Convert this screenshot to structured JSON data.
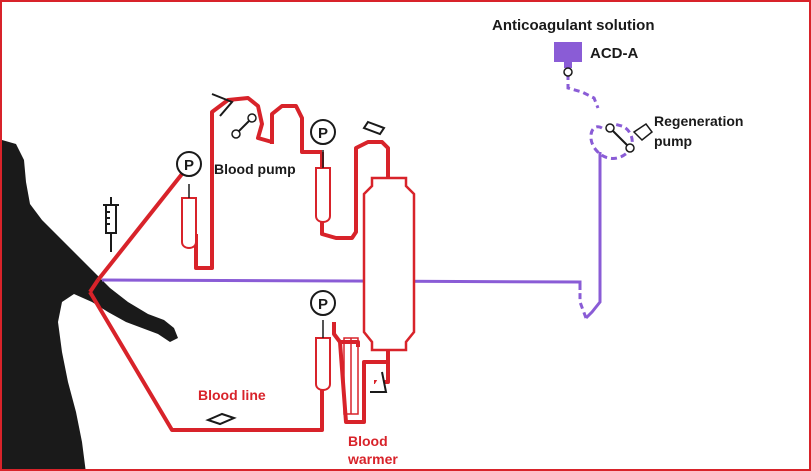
{
  "labels": {
    "anticoagulant_solution": "Anticoagulant solution",
    "acd_a": "ACD-A",
    "regeneration_pump_line1": "Regeneration",
    "regeneration_pump_line2": "pump",
    "blood_pump": "Blood pump",
    "blood_line": "Blood line",
    "blood_warmer_line1": "Blood",
    "blood_warmer_line2": "warmer",
    "pressure_1": "P",
    "pressure_2": "P",
    "pressure_3": "P"
  },
  "colors": {
    "blood_line": "#d8232a",
    "anticoagulant_line": "#8a5cd6",
    "frame": "#d8232a",
    "silhouette": "#1a1a1a",
    "label_dark": "#1a1a1a",
    "label_red": "#d8232a"
  }
}
